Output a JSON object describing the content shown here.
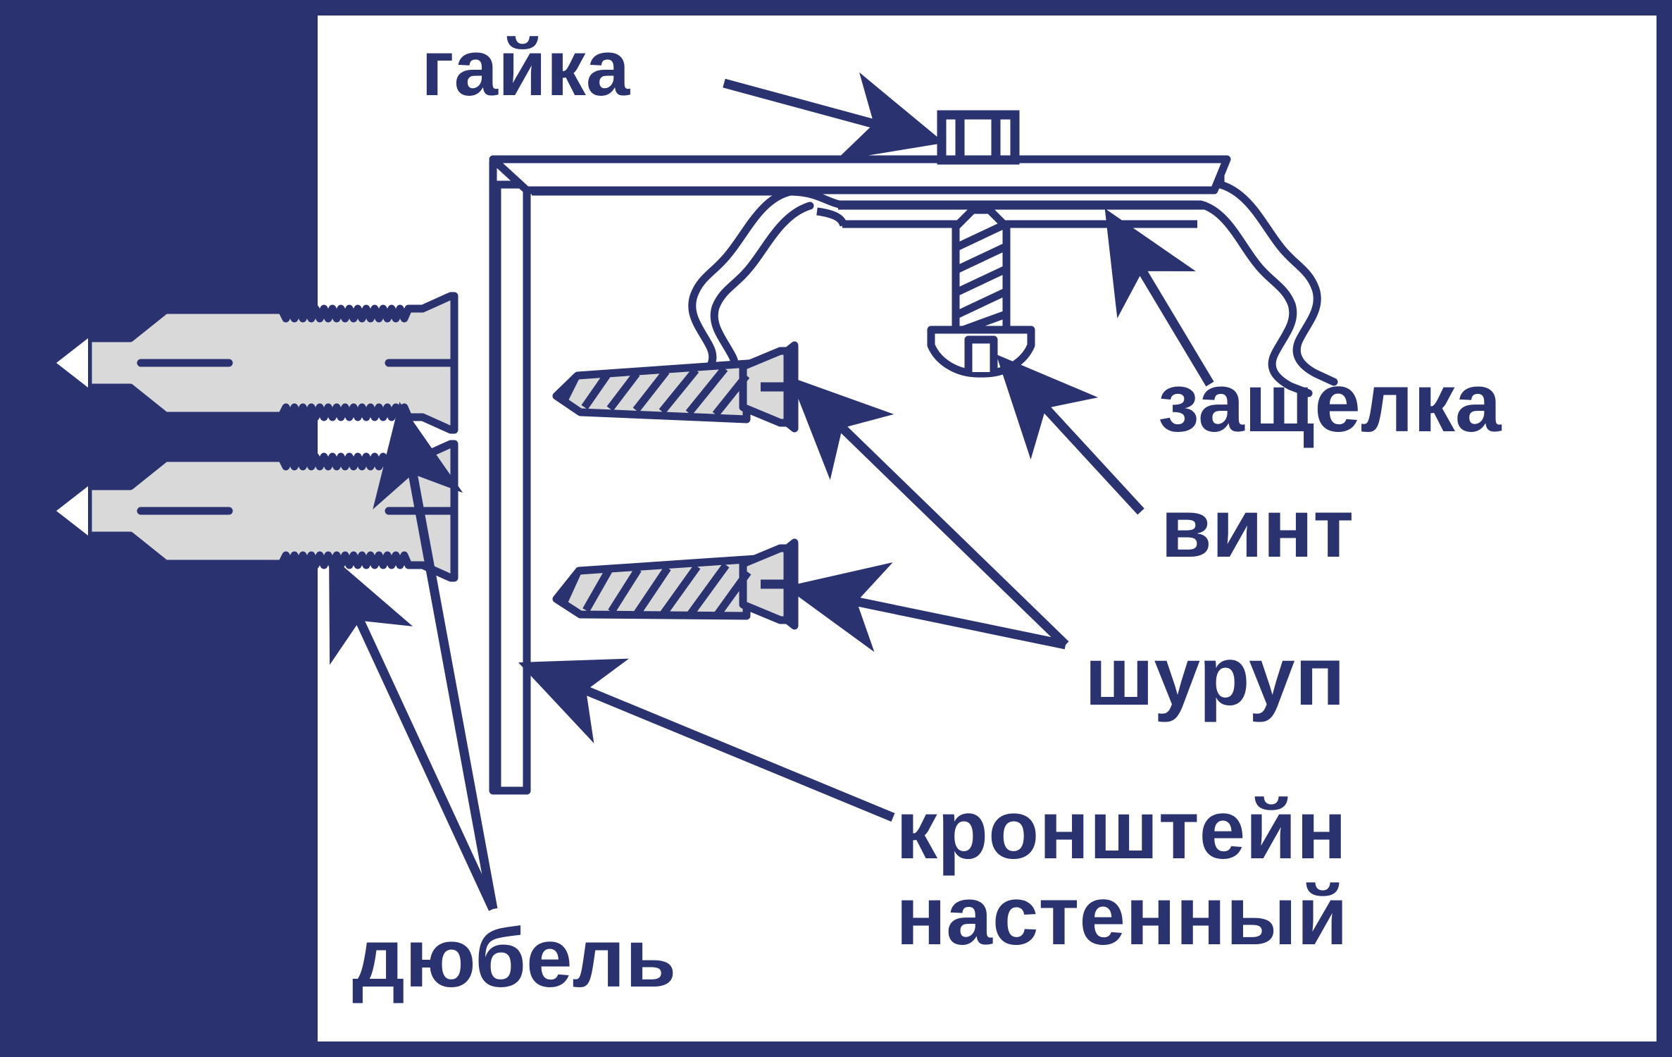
{
  "figure": {
    "title_text": "Гайка",
    "subject": "Кронштейн настенный с крепёжом",
    "language": "ru"
  },
  "colors": {
    "ink": "#2a3270",
    "wall_fill": "#2a3270",
    "metal_fill": "#d9d9d9",
    "page_bg": "#ffffff",
    "frame": "#2a3270"
  },
  "labels": {
    "nut": "гайка",
    "latch": "защелка",
    "bolt": "винт",
    "wood_screw": "шуруп",
    "bracket_line1": "кронштейн",
    "bracket_line2": "настенный",
    "dowel": "дюбель"
  },
  "parts": [
    {
      "id": "nut",
      "label": "гайка",
      "count": 1,
      "shape": "rectangle-with-side-faces"
    },
    {
      "id": "latch",
      "label": "защелка",
      "count": 2,
      "shape": "s-curve-spring-clip"
    },
    {
      "id": "bolt",
      "label": "винт",
      "count": 1,
      "shape": "threaded-shaft-round-head"
    },
    {
      "id": "wood_screw",
      "label": "шуруп",
      "count": 2,
      "shape": "tapered-thread-countersunk-head"
    },
    {
      "id": "bracket",
      "label": "кронштейн настенный",
      "count": 1,
      "shape": "l-profile"
    },
    {
      "id": "dowel",
      "label": "дюбель",
      "count": 2,
      "shape": "ribbed-expansion-plug"
    }
  ],
  "callouts": [
    {
      "from": "гайка",
      "to": "nut",
      "direction": "right-down"
    },
    {
      "from": "защелка",
      "to": "latch",
      "direction": "up-left"
    },
    {
      "from": "винт",
      "to": "bolt",
      "direction": "up-left"
    },
    {
      "from": "шуруп",
      "to": "wood_screw",
      "direction": "up-left"
    },
    {
      "from": "шуруп",
      "to": "wood_screw",
      "direction": "left"
    },
    {
      "from": "кронштейн настенный",
      "to": "bracket",
      "direction": "up-left"
    },
    {
      "from": "дюбель",
      "to": "dowel",
      "direction": "up"
    },
    {
      "from": "дюбель",
      "to": "dowel",
      "direction": "up-left"
    }
  ]
}
